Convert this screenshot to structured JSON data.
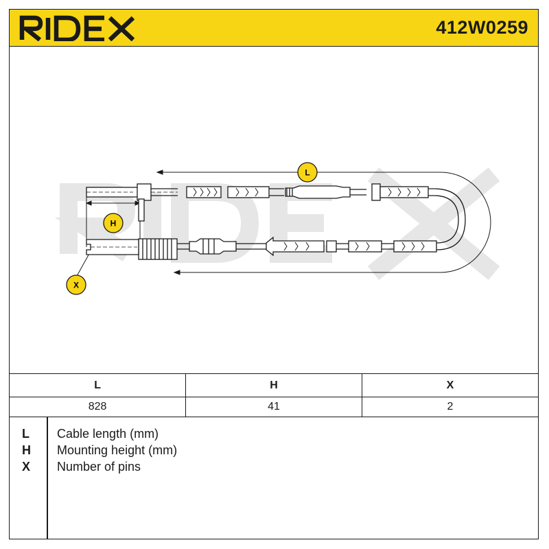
{
  "header": {
    "brand": "RIDEX",
    "part_number": "412W0259",
    "accent_color": "#f7d515"
  },
  "drawing": {
    "callouts": {
      "length": "L",
      "height": "H",
      "pins": "X"
    },
    "watermark": "RIDEX"
  },
  "dimensions": {
    "headers": [
      "L",
      "H",
      "X"
    ],
    "values": [
      "828",
      "41",
      "2"
    ]
  },
  "legend": [
    {
      "code": "L",
      "description": "Cable length (mm)"
    },
    {
      "code": "H",
      "description": "Mounting height (mm)"
    },
    {
      "code": "X",
      "description": "Number of pins"
    }
  ]
}
